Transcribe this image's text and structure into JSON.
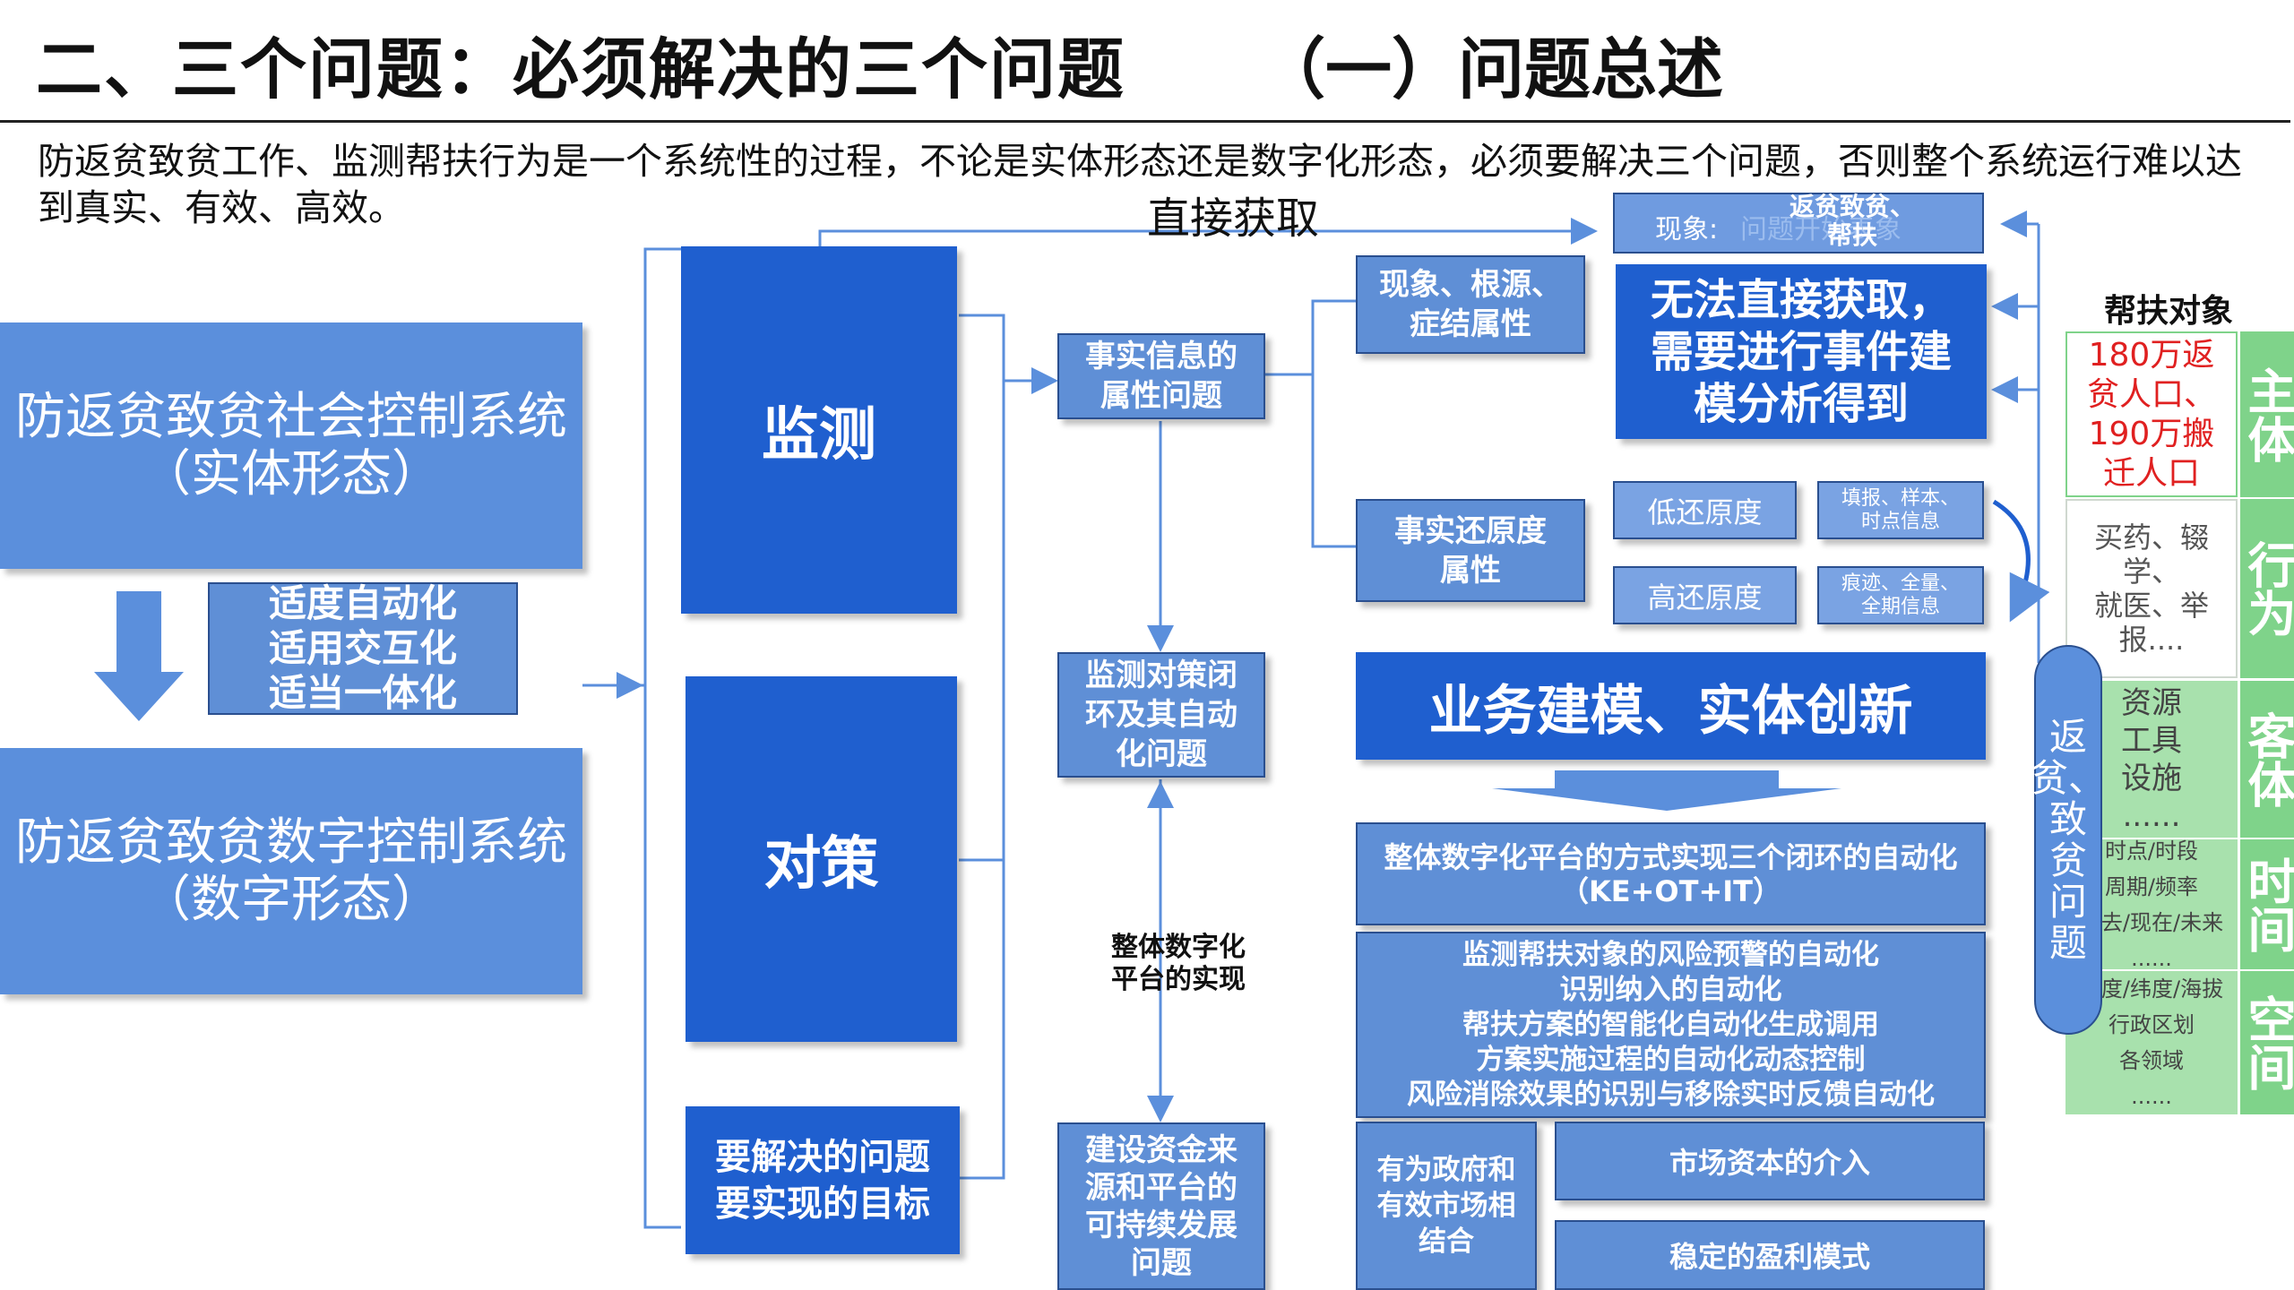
{
  "header": {
    "title": "二、三个问题：必须解决的三个问题",
    "subtitle": "（一）问题总述"
  },
  "intro": "防返贫致贫工作、监测帮扶行为是一个系统性的过程，不论是实体形态还是数字化形态，必须要解决三个问题，否则整个系统运行难以达到真实、有效、高效。",
  "left": {
    "entity_system": "防返贫致贫社会控制系统\n（实体形态）",
    "digital_system": "防返贫致贫数字控制系统\n（数字形态）",
    "auto_note": "适度自动化\n适用交互化\n适当一体化"
  },
  "col2": {
    "monitor": "监测",
    "countermeasure": "对策",
    "goal": "要解决的问题\n要实现的目标"
  },
  "col3": {
    "fact_attr": "事实信息的\n属性问题",
    "loop": "监测对策闭\n环及其自动\n化问题",
    "platform_note": "整体数字化\n平台的实现",
    "funding": "建设资金来\n源和平台的\n可持续发展\n问题"
  },
  "right": {
    "direct_label": "直接获取",
    "phenomenon_prefix": "现象:",
    "phenomenon_ghost": "问题开始表象",
    "phenomenon_text": "返贫致贫、\n帮扶",
    "cannot_direct": "无法直接获取，\n需要进行事件建\n模分析得到",
    "root_attr": "现象、根源、\n症结属性",
    "restore_attr": "事实还原度\n属性",
    "low_restore": "低还原度",
    "low_info": "填报、样本、\n时点信息",
    "high_restore": "高还原度",
    "high_info": "痕迹、全量、\n全期信息",
    "innovation": "业务建模、实体创新",
    "platform": "整体数字化平台的方式实现三个闭环的自动化\n（KE+OT+IT）",
    "automation_list": "监测帮扶对象的风险预警的自动化\n识别纳入的自动化\n帮扶方案的智能化自动化生成调用\n方案实施过程的自动化动态控制\n风险消除效果的识别与移除实时反馈自动化",
    "gov_market": "有为政府和\n有效市场相\n结合",
    "market_capital": "市场资本的介入",
    "profit_model": "稳定的盈利模式"
  },
  "far_right": {
    "header": "帮扶对象",
    "population": "180万返\n贫人口、\n190万搬\n迁人口",
    "behavior": "买药、辍\n学、\n就医、举\n报....",
    "object": "资源\n工具\n设施\n......",
    "time": "时点/时段\n周期/频率\n过去/现在/未来\n......",
    "space": "经度/纬度/海拔\n行政区划\n各领域\n......",
    "oval": "返\n贫、\n致\n贫\n问\n题",
    "tags": [
      "主体",
      "行为",
      "客体",
      "时间",
      "空间"
    ]
  },
  "colors": {
    "dark_blue": "#1f5fcf",
    "light_blue": "#5b8fdc",
    "mid_blue": "#5f8fd6",
    "green": "#7fd38a",
    "red": "#e02020"
  }
}
